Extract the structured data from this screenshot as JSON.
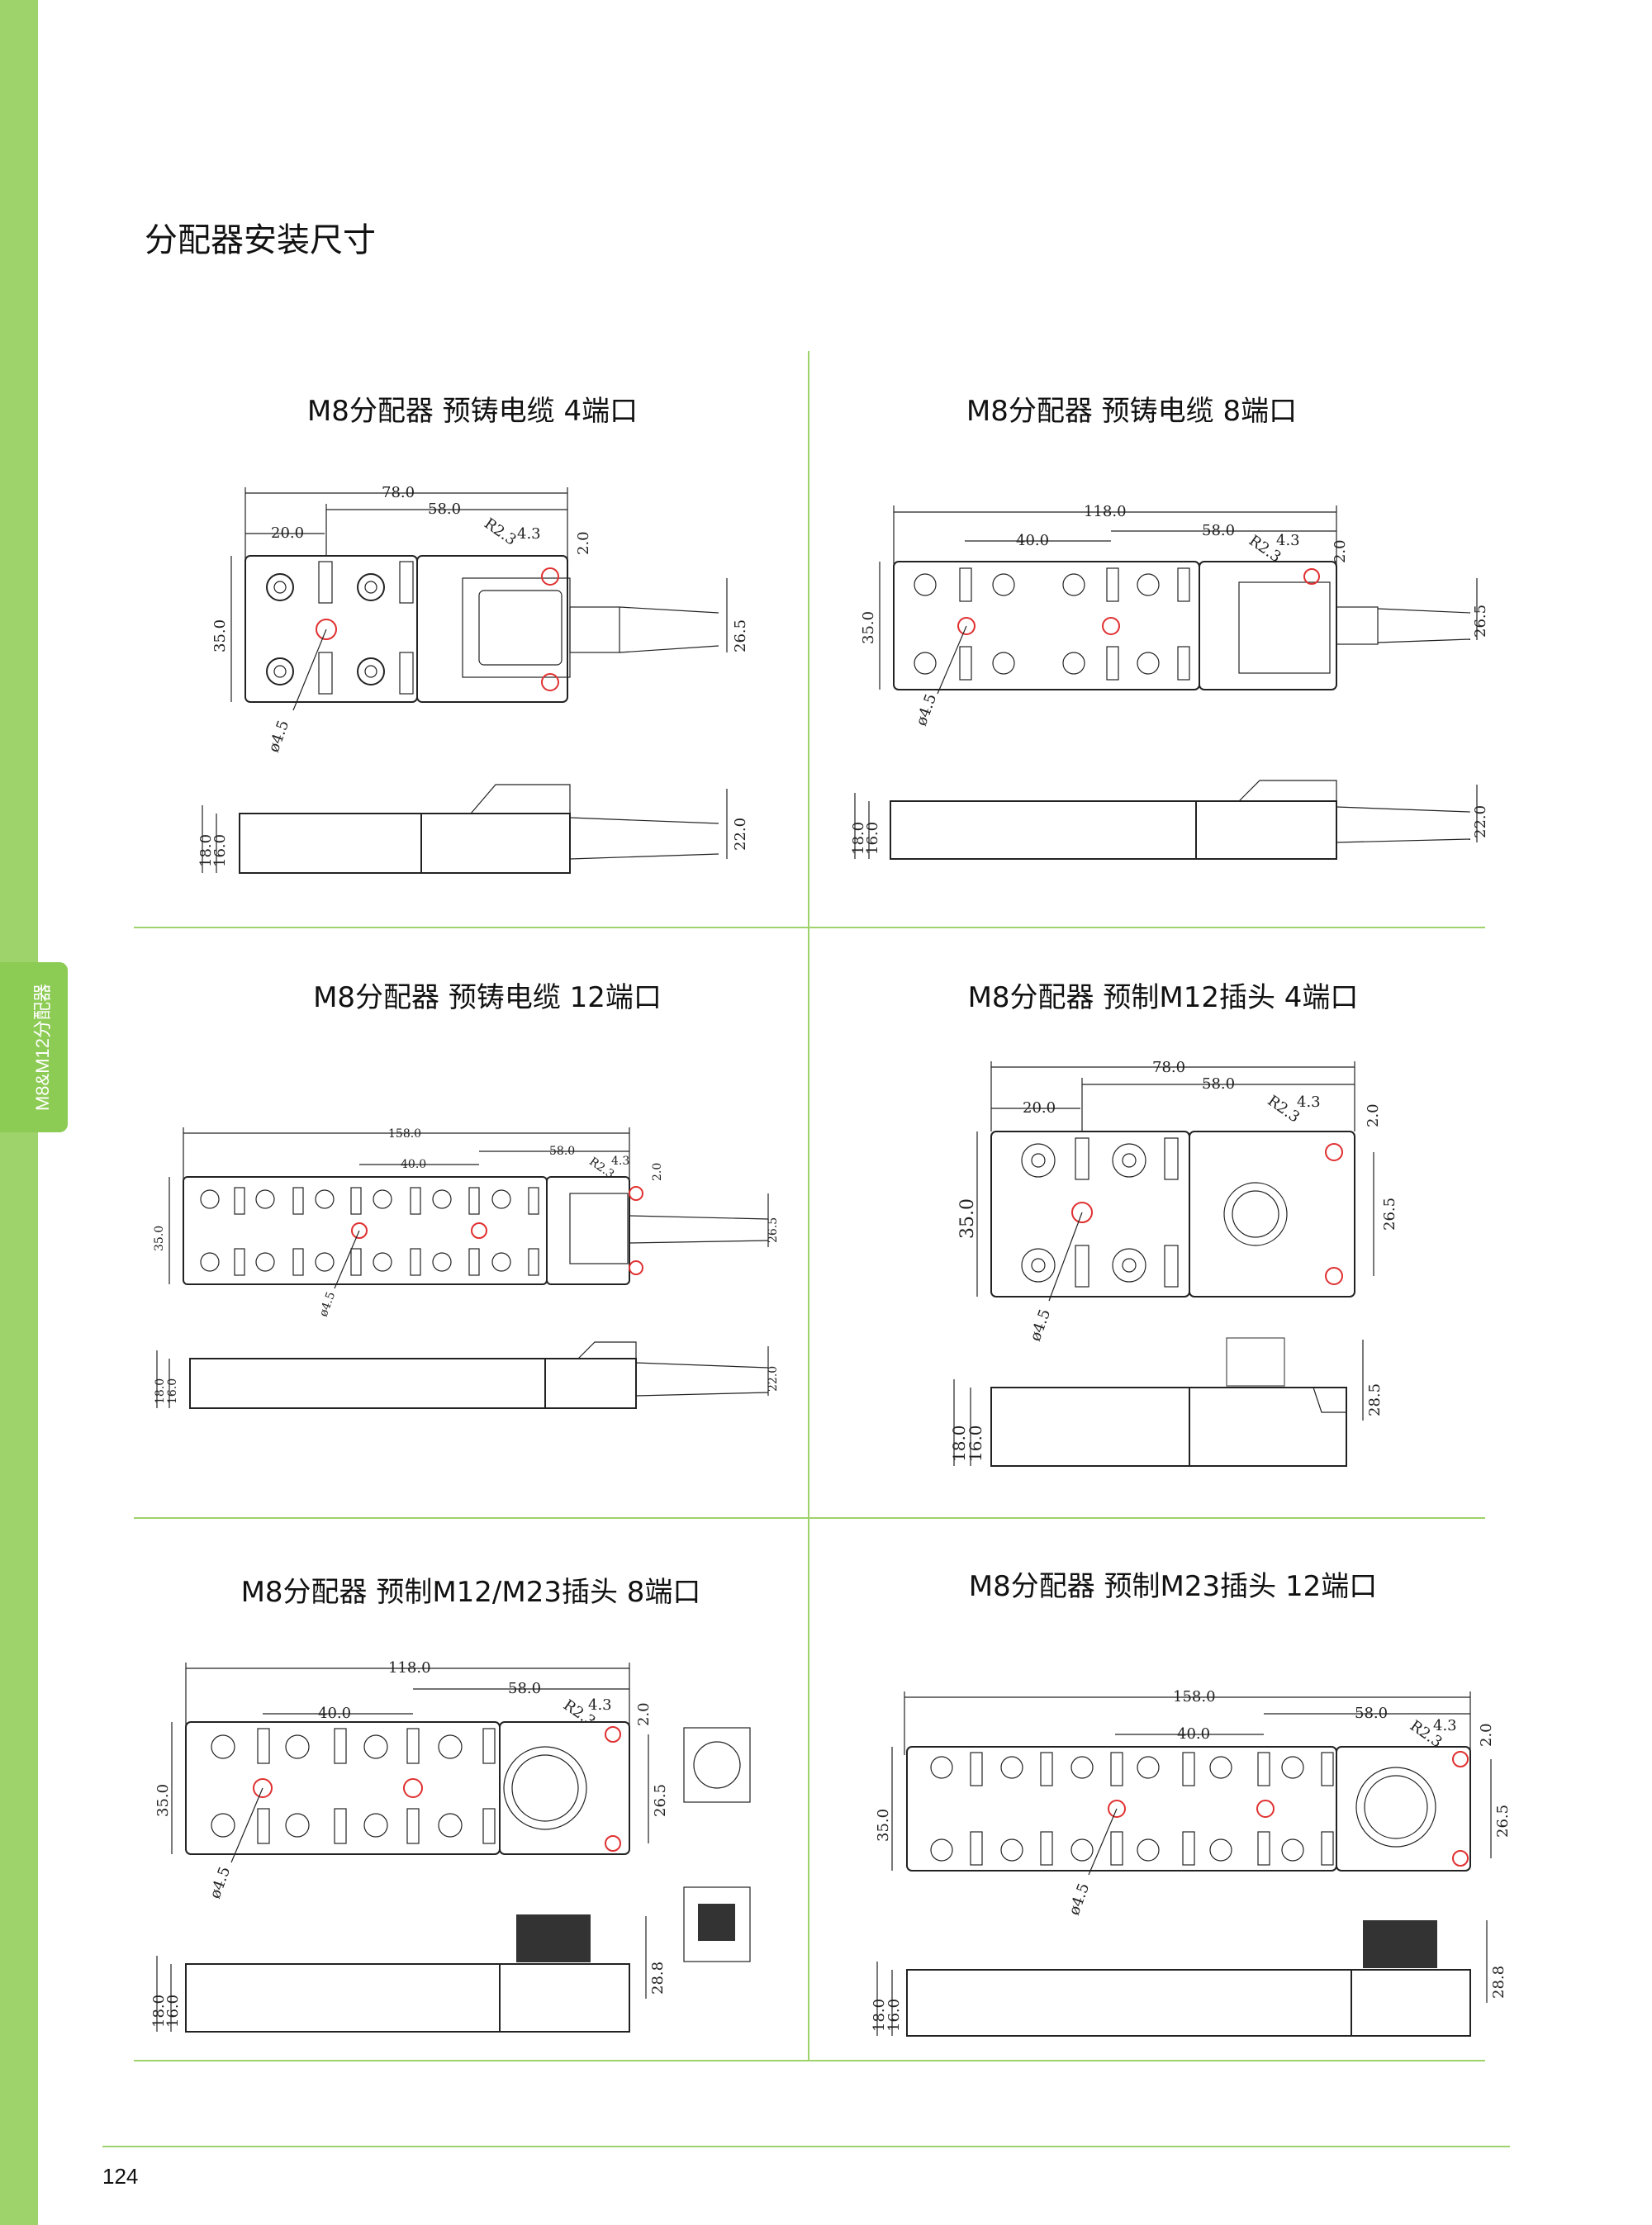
{
  "page": {
    "title": "分配器安装尺寸",
    "page_number": "124",
    "side_label": "M8&M12分配器"
  },
  "panels": [
    {
      "title": "M8分配器 预铸电缆 4端口"
    },
    {
      "title": "M8分配器 预铸电缆 8端口"
    },
    {
      "title": "M8分配器 预铸电缆 12端口"
    },
    {
      "title": "M8分配器 预制M12插头 4端口"
    },
    {
      "title": "M8分配器 预制M12/M23插头 8端口"
    },
    {
      "title": "M8分配器 预制M23插头 12端口"
    }
  ],
  "dimensions": {
    "p4": {
      "overall": "78.0",
      "pitch": "58.0",
      "left": "20.0",
      "radius": "R2.3",
      "hole": "4.3",
      "edge": "2.0",
      "height": "35.0",
      "cable": "26.5",
      "dia": "ø4.5",
      "side_h": "18.0",
      "side_h2": "16.0",
      "side_cable": "22.0"
    },
    "p8": {
      "overall": "118.0",
      "pitch": "58.0",
      "left": "40.0",
      "radius": "R2.3",
      "hole": "4.3",
      "edge": "2.0",
      "height": "35.0",
      "cable": "26.5",
      "dia": "ø4.5",
      "side_h": "18.0",
      "side_h2": "16.0",
      "side_cable": "22.0"
    },
    "p12": {
      "overall": "158.0",
      "pitch": "58.0",
      "left": "40.0",
      "radius": "R2.3",
      "hole": "4.3",
      "edge": "2.0",
      "height": "35.0",
      "cable": "26.5",
      "dia": "ø4.5",
      "side_h": "18.0",
      "side_h2": "16.0",
      "side_cable": "22.0"
    },
    "p4m12": {
      "overall": "78.0",
      "pitch": "58.0",
      "left": "20.0",
      "radius": "R2.3",
      "hole": "4.3",
      "edge": "2.0",
      "height": "35.0",
      "cable": "26.5",
      "dia": "ø4.5",
      "side_h": "18.0",
      "side_h2": "16.0",
      "side_plug": "28.5"
    },
    "p8m23": {
      "overall": "118.0",
      "pitch": "58.0",
      "left": "40.0",
      "radius": "R2.3",
      "hole": "4.3",
      "edge": "2.0",
      "height": "35.0",
      "cable": "26.5",
      "dia": "ø4.5",
      "side_h": "18.0",
      "side_h2": "16.0",
      "side_plug": "28.8"
    },
    "p12m23": {
      "overall": "158.0",
      "pitch": "58.0",
      "left": "40.0",
      "radius": "R2.3",
      "hole": "4.3",
      "edge": "2.0",
      "height": "35.0",
      "cable": "26.5",
      "dia": "ø4.5",
      "side_h": "18.0",
      "side_h2": "16.0",
      "side_plug": "28.8"
    }
  },
  "colors": {
    "accent": "#9ed26a",
    "accent_dark": "#8ccb54",
    "line": "#222222",
    "marker": "#e03030"
  }
}
